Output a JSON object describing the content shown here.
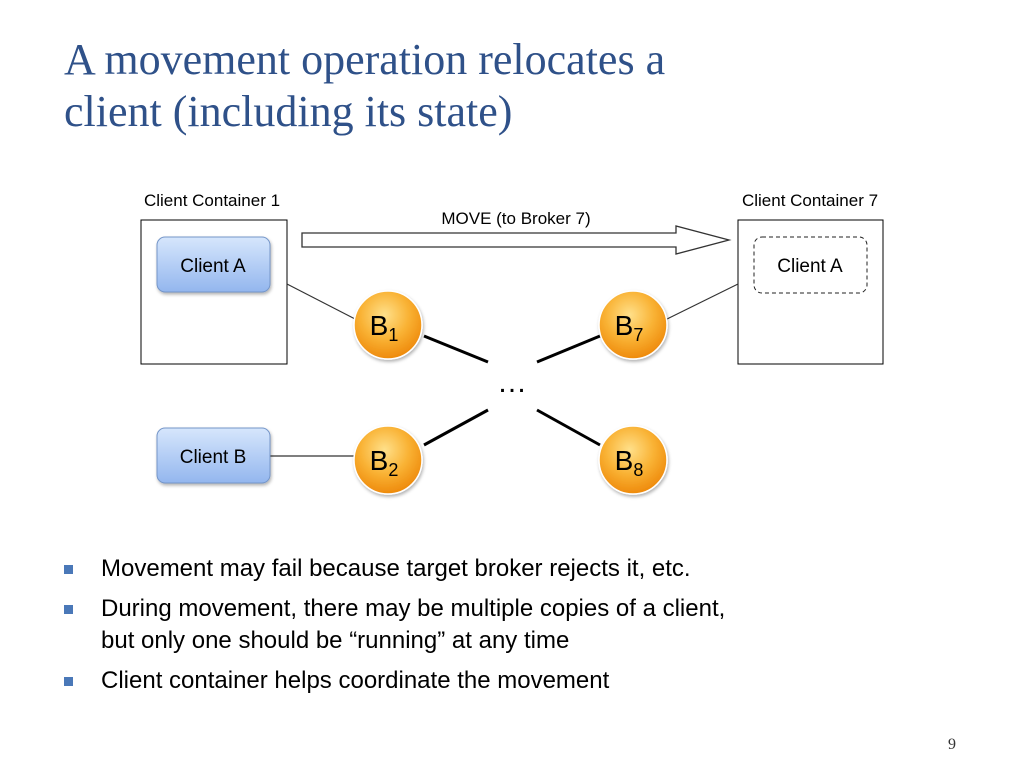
{
  "slide": {
    "title_lines": [
      "A movement operation relocates a",
      "client (including its state)"
    ],
    "page_number": "9"
  },
  "diagram": {
    "container_left_label": "Client Container 1",
    "container_right_label": "Client Container 7",
    "move_label": "MOVE (to Broker 7)",
    "client_a_label": "Client A",
    "client_a_ghost_label": "Client A",
    "client_b_label": "Client B",
    "ellipsis": "…",
    "brokers": [
      {
        "letter": "B",
        "sub": "1"
      },
      {
        "letter": "B",
        "sub": "7"
      },
      {
        "letter": "B",
        "sub": "2"
      },
      {
        "letter": "B",
        "sub": "8"
      }
    ]
  },
  "bullets": [
    {
      "lines": [
        "Movement may fail because target broker rejects it, etc."
      ]
    },
    {
      "lines": [
        "During movement, there may be multiple copies of a client,",
        "but only one should be “running” at any time"
      ]
    },
    {
      "lines": [
        "Client container helps coordinate the movement"
      ]
    }
  ],
  "colors": {
    "title": "#2f5189",
    "bullet_marker": "#4a78b8",
    "broker_orange": "#f7a21b",
    "client_blue": "#a9c8f5"
  }
}
